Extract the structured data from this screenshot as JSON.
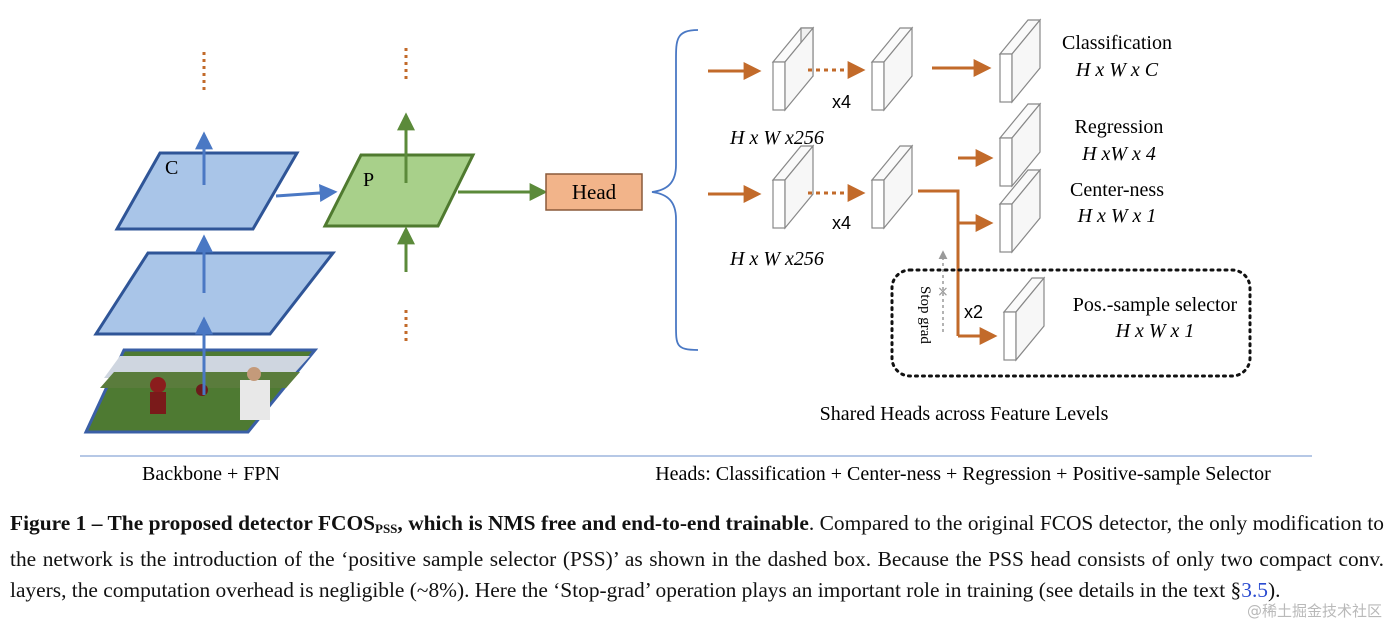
{
  "figure": {
    "labels": {
      "c": "C",
      "p": "P",
      "head": "Head",
      "x4_top": "x4",
      "x4_bottom": "x4",
      "x2": "x2",
      "stop_grad": "Stop grad",
      "feat_top": "H x W x256",
      "feat_bottom": "H x W x256",
      "classification": "Classification",
      "classification_dim": "H x W x C",
      "regression": "Regression",
      "regression_dim": "H xW x 4",
      "centerness": "Center-ness",
      "centerness_dim": "H x W x 1",
      "pss": "Pos.-sample selector",
      "pss_dim": "H x W x 1",
      "shared": "Shared Heads across Feature Levels",
      "backbone": "Backbone + FPN",
      "heads": "Heads: Classification + Center-ness + Regression + Positive-sample Selector"
    },
    "colors": {
      "blue": "#4a78c4",
      "blue_fill": "#a9c5e8",
      "green": "#5b8a3a",
      "green_fill": "#a8d08a",
      "orange": "#c26a2a",
      "head_fill": "#f2b48a"
    }
  },
  "caption": {
    "bold_prefix": "Figure 1 –  The proposed detector FCOS",
    "bold_sub": "PSS",
    "bold_suffix": ", which is NMS free and end-to-end trainable",
    "text_1": ". Compared to the original FCOS detector, the only modification to the network is the introduction of the ‘positive sample selector (PSS)’ as shown in the dashed box. Because the PSS head consists of only two compact conv. layers, the computation overhead is negligible (~8%). Here the ‘Stop-grad’ operation plays an important role in training (see details in the text §",
    "ref": "3.5",
    "text_2": ")."
  },
  "watermark": "@稀土掘金技术社区"
}
